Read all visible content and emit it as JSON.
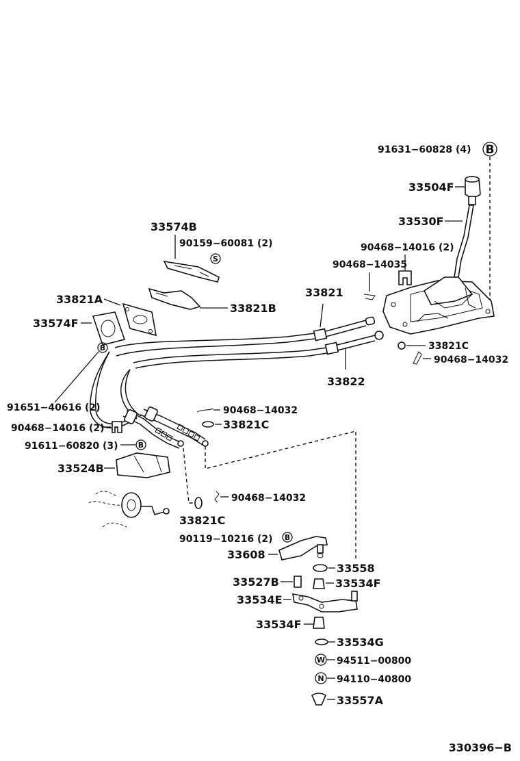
{
  "labels": {
    "p91631": "91631−60828 (4)",
    "p33504F": "33504F",
    "p33530F": "33530F",
    "p90468_14016_top": "90468−14016 (2)",
    "p90468_14035": "90468−14035",
    "p33821": "33821",
    "p33821C_right": "33821C",
    "p90468_14032_right": "90468−14032",
    "p33822": "33822",
    "p33574B": "33574B",
    "p90159": "90159−60081 (2)",
    "p33821A": "33821A",
    "p33821B": "33821B",
    "p33574F": "33574F",
    "p91651": "91651−40616 (2)",
    "p90468_14016_left": "90468−14016 (2)",
    "p91611": "91611−60820 (3)",
    "p33524B": "33524B",
    "p90468_14032_mid": "90468−14032",
    "p33821C_mid": "33821C",
    "p90468_14032_low": "90468−14032",
    "p33821C_low": "33821C",
    "p90119": "90119−10216 (2)",
    "p33608": "33608",
    "p33558": "33558",
    "p33527B": "33527B",
    "p33534F_a": "33534F",
    "p33534E": "33534E",
    "p33534F_b": "33534F",
    "p33534G": "33534G",
    "p94511": "94511−00800",
    "p94110": "94110−40800",
    "p33557A": "33557A"
  },
  "markers": {
    "B": "B",
    "S": "S",
    "W": "W",
    "N": "N"
  },
  "footer": {
    "code": "330396−B"
  }
}
